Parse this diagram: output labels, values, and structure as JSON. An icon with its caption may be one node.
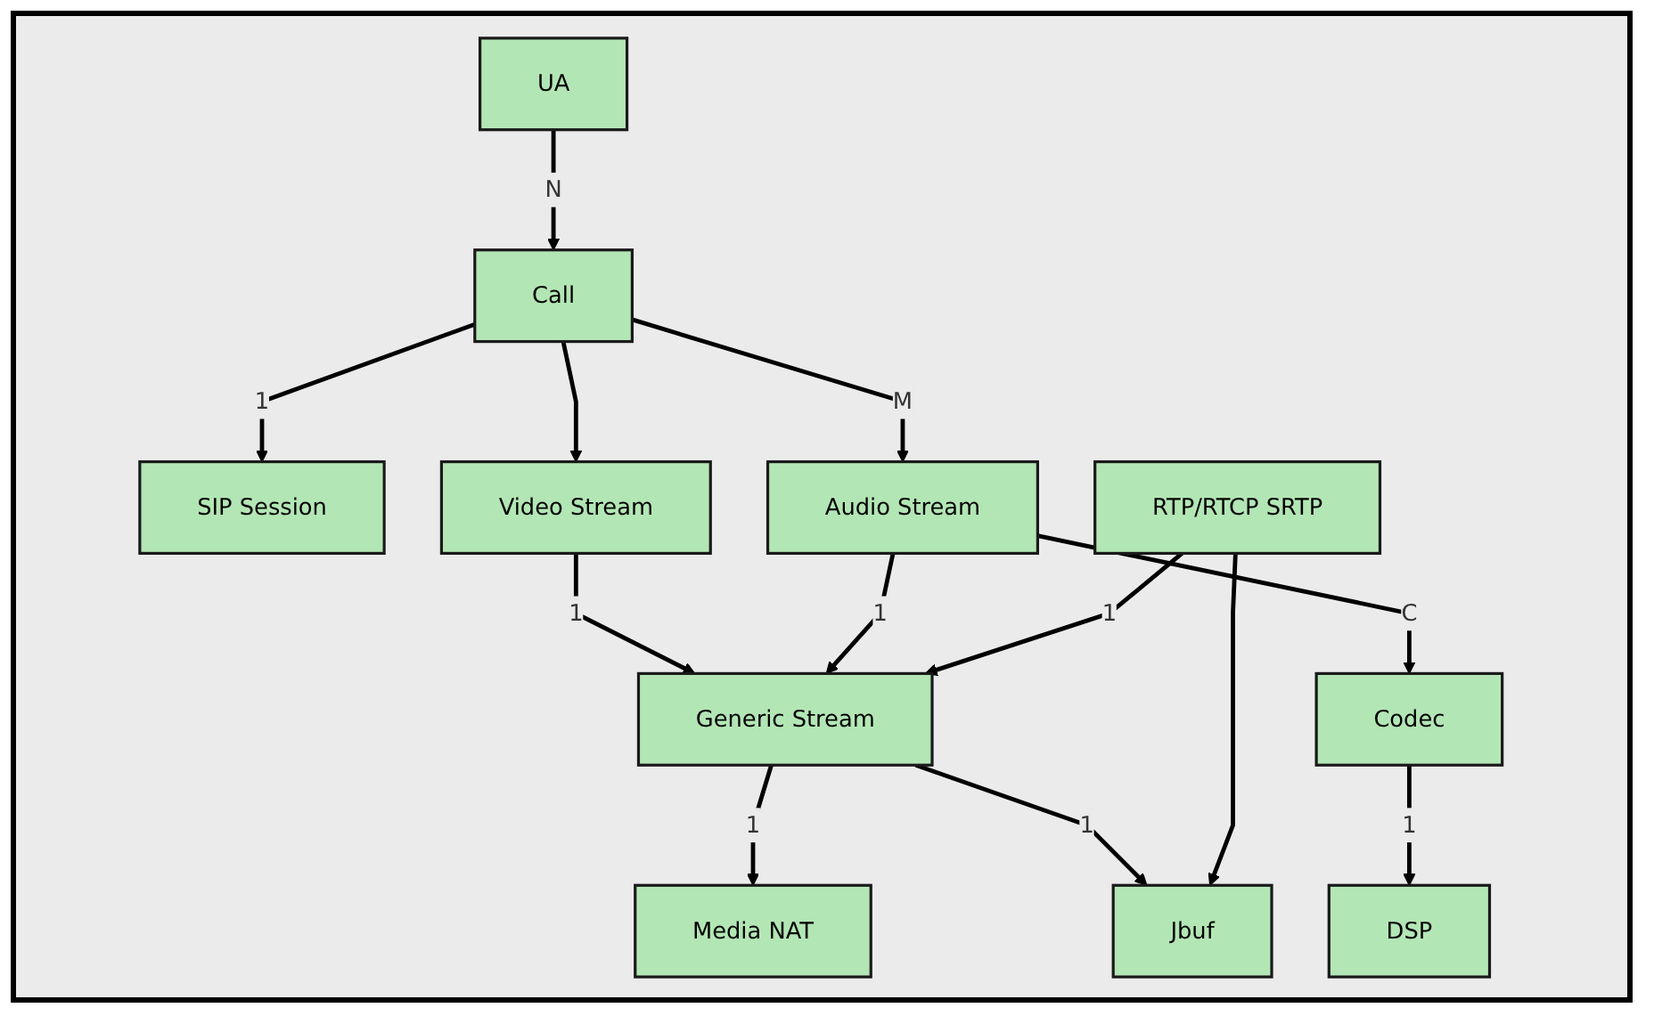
{
  "diagram": {
    "nodes": [
      {
        "text": [
          "UA"
        ]
      },
      {
        "text": [
          "Call"
        ]
      },
      {
        "text": [
          "Video Stream"
        ]
      },
      {
        "text": [
          "Audio Stream"
        ]
      },
      {
        "text": [
          "SIP Session"
        ]
      },
      {
        "text": [
          "Codec"
        ]
      },
      {
        "text": [
          "DSP"
        ]
      },
      {
        "text": [
          "Generic Stream"
        ]
      },
      {
        "text": [
          "Media NAT"
        ]
      },
      {
        "text": [
          "Jbuf"
        ]
      },
      {
        "text": [
          "RTP/RTCP SRTP"
        ]
      }
    ],
    "edges": [
      {
        "from": 0,
        "to": 1,
        "arrow": "to",
        "label": "N"
      },
      {
        "from": 1,
        "to": 2,
        "arrow": "to"
      },
      {
        "from": 1,
        "to": 3,
        "arrow": "to",
        "label": "M"
      },
      {
        "from": 1,
        "to": 4,
        "arrow": "to",
        "label": "1"
      },
      {
        "from": 3,
        "to": 5,
        "arrow": "to",
        "label": "C"
      },
      {
        "from": 5,
        "to": 6,
        "arrow": "to",
        "label": "1"
      },
      {
        "from": 2,
        "to": 7,
        "arrow": "to",
        "label": "1"
      },
      {
        "from": 3,
        "to": 7,
        "arrow": "to",
        "label": "1"
      },
      {
        "from": 7,
        "to": 8,
        "arrow": "to",
        "label": "1"
      },
      {
        "from": 7,
        "to": 9,
        "arrow": "to",
        "label": "1"
      },
      {
        "from": 10,
        "to": 9,
        "arrow": "to"
      },
      {
        "from": 10,
        "to": 7,
        "arrow": "to",
        "label": "1"
      }
    ]
  }
}
